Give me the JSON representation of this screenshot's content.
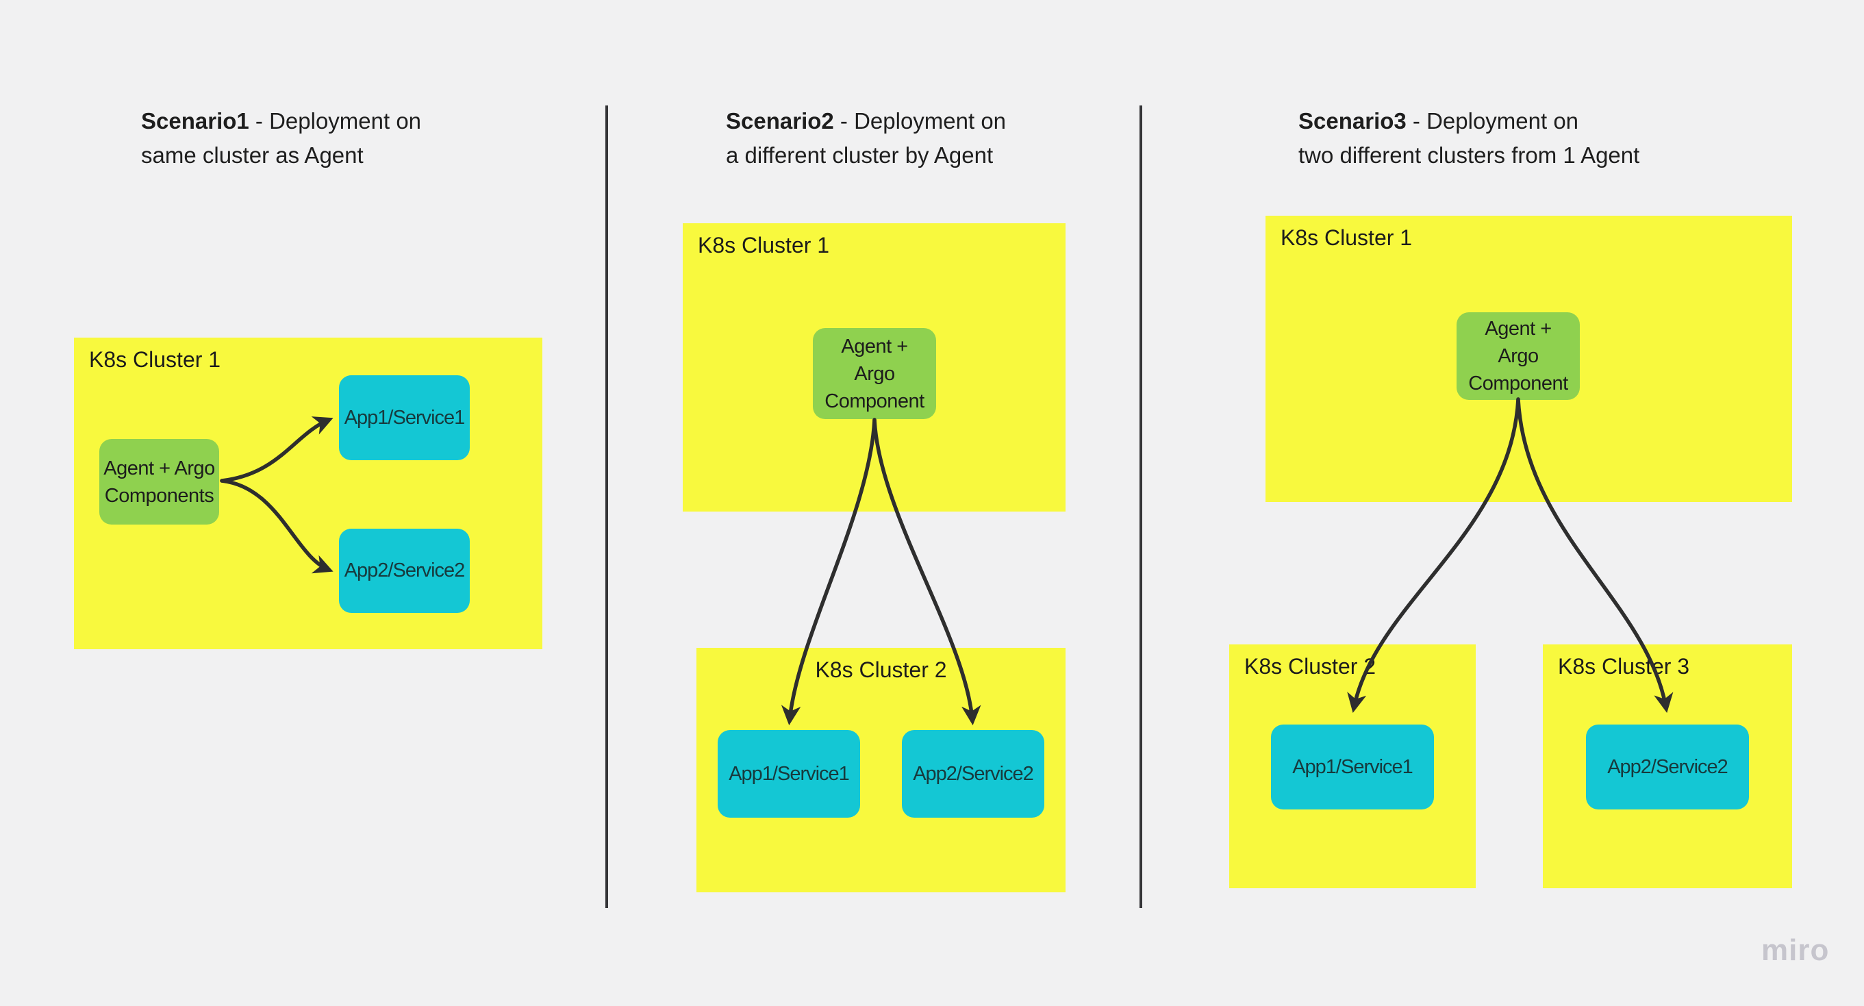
{
  "colors": {
    "background": "#f1f1f2",
    "cluster_yellow": "#f8f93e",
    "agent_green": "#8fd14f",
    "app_cyan": "#14c7d4",
    "connector_dark": "#2e2e2e",
    "divider_dark": "#353538",
    "text_dark": "#1c1c1c",
    "watermark_gray": "#c6c5cd"
  },
  "watermark": {
    "label": "miro"
  },
  "scenario1": {
    "title": {
      "bold": "Scenario1",
      "line1_rest": " - Deployment on",
      "line2": "same cluster as Agent"
    },
    "cluster1": {
      "label": "K8s Cluster 1"
    },
    "agent": {
      "line1": "Agent + Argo",
      "line2": "Components"
    },
    "app1": {
      "label": "App1/Service1"
    },
    "app2": {
      "label": "App2/Service2"
    }
  },
  "scenario2": {
    "title": {
      "bold": "Scenario2",
      "line1_rest": " - Deployment on",
      "line2": "a different cluster by Agent"
    },
    "cluster1": {
      "label": "K8s Cluster 1"
    },
    "cluster2": {
      "label": "K8s Cluster 2"
    },
    "agent": {
      "line1": "Agent +",
      "line2": "Argo",
      "line3": "Component"
    },
    "app1": {
      "label": "App1/Service1"
    },
    "app2": {
      "label": "App2/Service2"
    }
  },
  "scenario3": {
    "title": {
      "bold": "Scenario3",
      "line1_rest": " - Deployment on",
      "line2": "two different clusters from 1 Agent"
    },
    "cluster1": {
      "label": "K8s Cluster 1"
    },
    "cluster2": {
      "label": "K8s Cluster 2"
    },
    "cluster3": {
      "label": "K8s Cluster 3"
    },
    "agent": {
      "line1": "Agent +",
      "line2": "Argo",
      "line3": "Component"
    },
    "app1": {
      "label": "App1/Service1"
    },
    "app2": {
      "label": "App2/Service2"
    }
  }
}
